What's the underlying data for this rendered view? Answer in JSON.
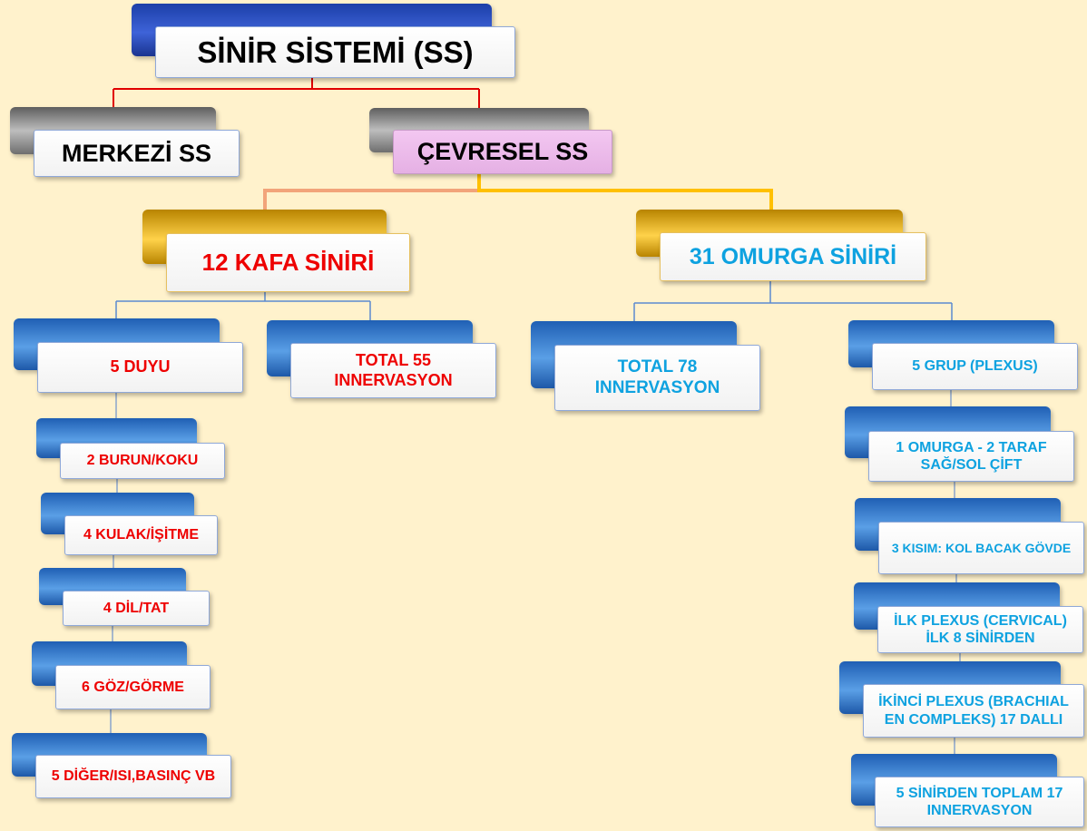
{
  "diagram": {
    "root": {
      "label": "SİNİR SİSTEMİ (SS)"
    },
    "merkezi": {
      "label": "MERKEZİ SS"
    },
    "cevresel": {
      "label": "ÇEVRESEL SS"
    },
    "kafa": {
      "label": "12 KAFA SİNİRİ"
    },
    "omurga": {
      "label": "31 OMURGA SİNİRİ"
    },
    "kafa_children": {
      "duyu": {
        "label": "5 DUYU"
      },
      "total55": {
        "label": "TOTAL 55 INNERVASYON"
      }
    },
    "duyu_items": [
      {
        "label": "2 BURUN/KOKU"
      },
      {
        "label": "4 KULAK/İŞİTME"
      },
      {
        "label": "4 DİL/TAT"
      },
      {
        "label": "6 GÖZ/GÖRME"
      },
      {
        "label": "5 DİĞER/ISI,BASINÇ VB"
      }
    ],
    "omurga_children": {
      "total78": {
        "label": "TOTAL 78 INNERVASYON"
      },
      "grup": {
        "label": "5 GRUP (PLEXUS)"
      }
    },
    "plexus_items": [
      {
        "label": "1 OMURGA - 2 TARAF SAĞ/SOL ÇİFT"
      },
      {
        "label": "3 KISIM: KOL BACAK GÖVDE"
      },
      {
        "label": "İLK PLEXUS  (CERVICAL) İLK 8 SİNİRDEN"
      },
      {
        "label": "İKİNCİ PLEXUS (BRACHIAL EN COMPLEKS) 17 DALLI"
      },
      {
        "label": "5 SİNİRDEN TOPLAM 17 INNERVASYON"
      }
    ],
    "colors": {
      "background": "#fff2cc",
      "red_text": "#ee0000",
      "cyan_text": "#0ea2e0",
      "pink_box": "#eebbee",
      "tab_blue": "#2f54c8",
      "tab_gold": "#f0b400"
    }
  }
}
